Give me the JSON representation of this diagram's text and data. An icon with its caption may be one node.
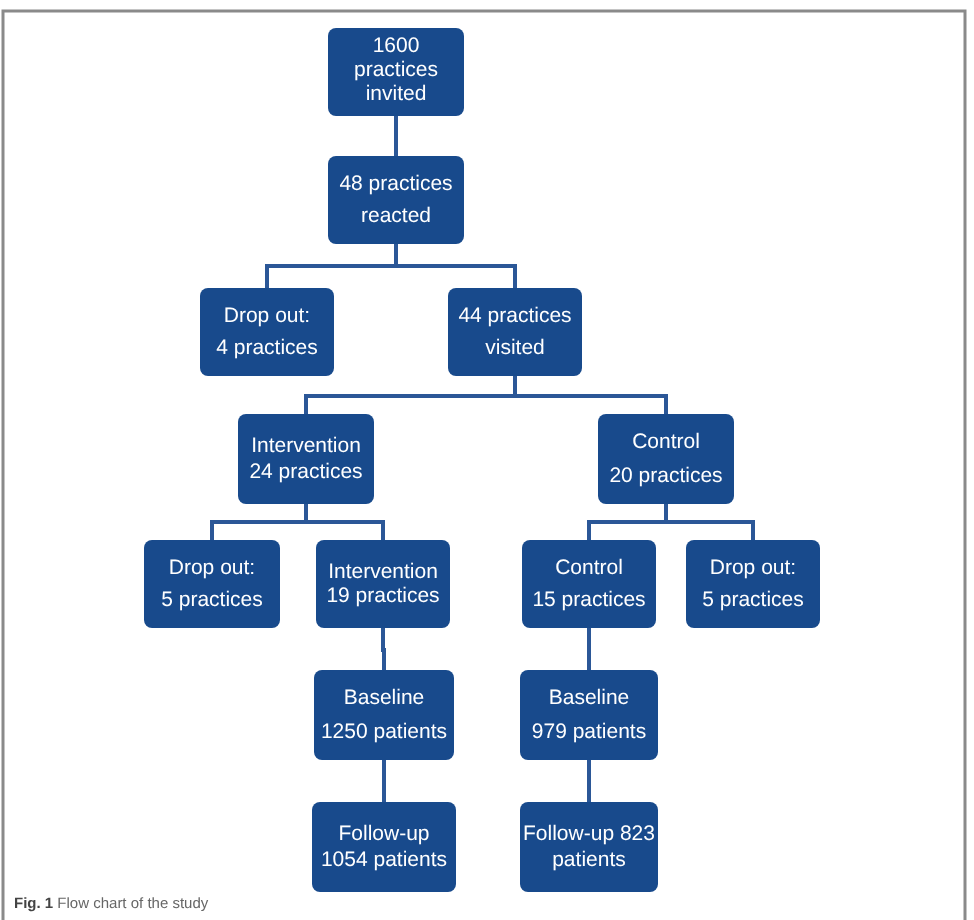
{
  "diagram": {
    "caption": "**Fig. 1** Flow chart of the study",
    "nodes": [
      {
        "text": [
          "1600 practices invited"
        ]
      },
      {
        "text": [
          "48 practices reacted"
        ]
      },
      {
        "text": [
          "Drop out: 4 practices"
        ]
      },
      {
        "text": [
          "44 practices visited"
        ]
      },
      {
        "text": [
          "Intervention 24 practices"
        ]
      },
      {
        "text": [
          "Control 20 practices"
        ]
      },
      {
        "text": [
          "Drop out: 5 practices"
        ]
      },
      {
        "text": [
          "Intervention 19 practices"
        ]
      },
      {
        "text": [
          "Control 15 practices"
        ]
      },
      {
        "text": [
          "Drop out: 5 practices"
        ]
      },
      {
        "text": [
          "Baseline 1250 patients"
        ]
      },
      {
        "text": [
          "Baseline 979 patients"
        ]
      },
      {
        "text": [
          "Follow-up 1054 patients"
        ]
      },
      {
        "text": [
          "Follow-up 823 patients"
        ]
      }
    ],
    "edges": [
      {
        "from": 0,
        "to": 1,
        "arrow": "none"
      },
      {
        "from": 1,
        "to": 2,
        "arrow": "none"
      },
      {
        "from": 1,
        "to": 3,
        "arrow": "none"
      },
      {
        "from": 3,
        "to": 4,
        "arrow": "none"
      },
      {
        "from": 3,
        "to": 5,
        "arrow": "none"
      },
      {
        "from": 4,
        "to": 6,
        "arrow": "none"
      },
      {
        "from": 4,
        "to": 7,
        "arrow": "none"
      },
      {
        "from": 5,
        "to": 8,
        "arrow": "none"
      },
      {
        "from": 5,
        "to": 9,
        "arrow": "none"
      },
      {
        "from": 7,
        "to": 10,
        "arrow": "none"
      },
      {
        "from": 8,
        "to": 11,
        "arrow": "none"
      },
      {
        "from": 10,
        "to": 12,
        "arrow": "none"
      },
      {
        "from": 11,
        "to": 13,
        "arrow": "none"
      }
    ]
  }
}
